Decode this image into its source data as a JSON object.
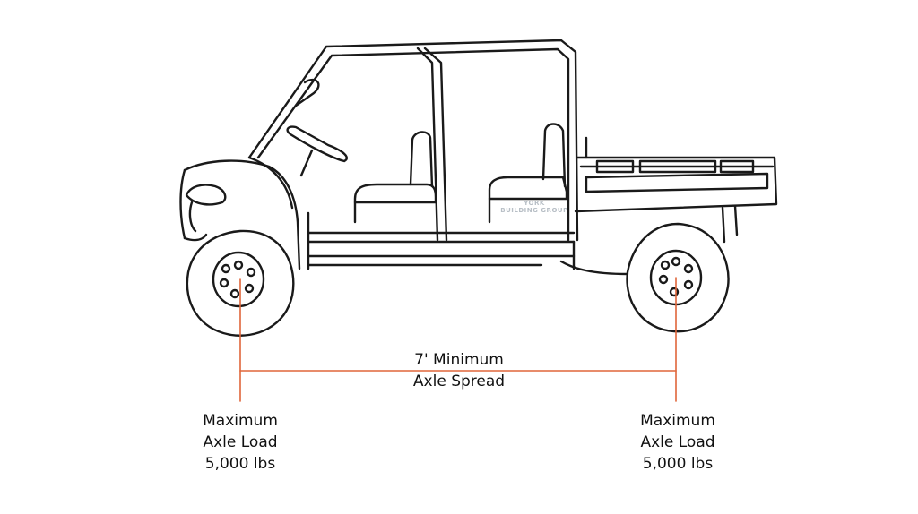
{
  "diagram": {
    "accent_color": "#e0663a",
    "line_color": "#1a1a1a",
    "spread_label": [
      "7' Minimum",
      "Axle Spread"
    ],
    "front_axle_label": [
      "Maximum",
      "Axle Load",
      "5,000 lbs"
    ],
    "rear_axle_label": [
      "Maximum",
      "Axle Load",
      "5,000 lbs"
    ],
    "watermark": [
      "YORK",
      "BUILDING GROUP"
    ]
  }
}
